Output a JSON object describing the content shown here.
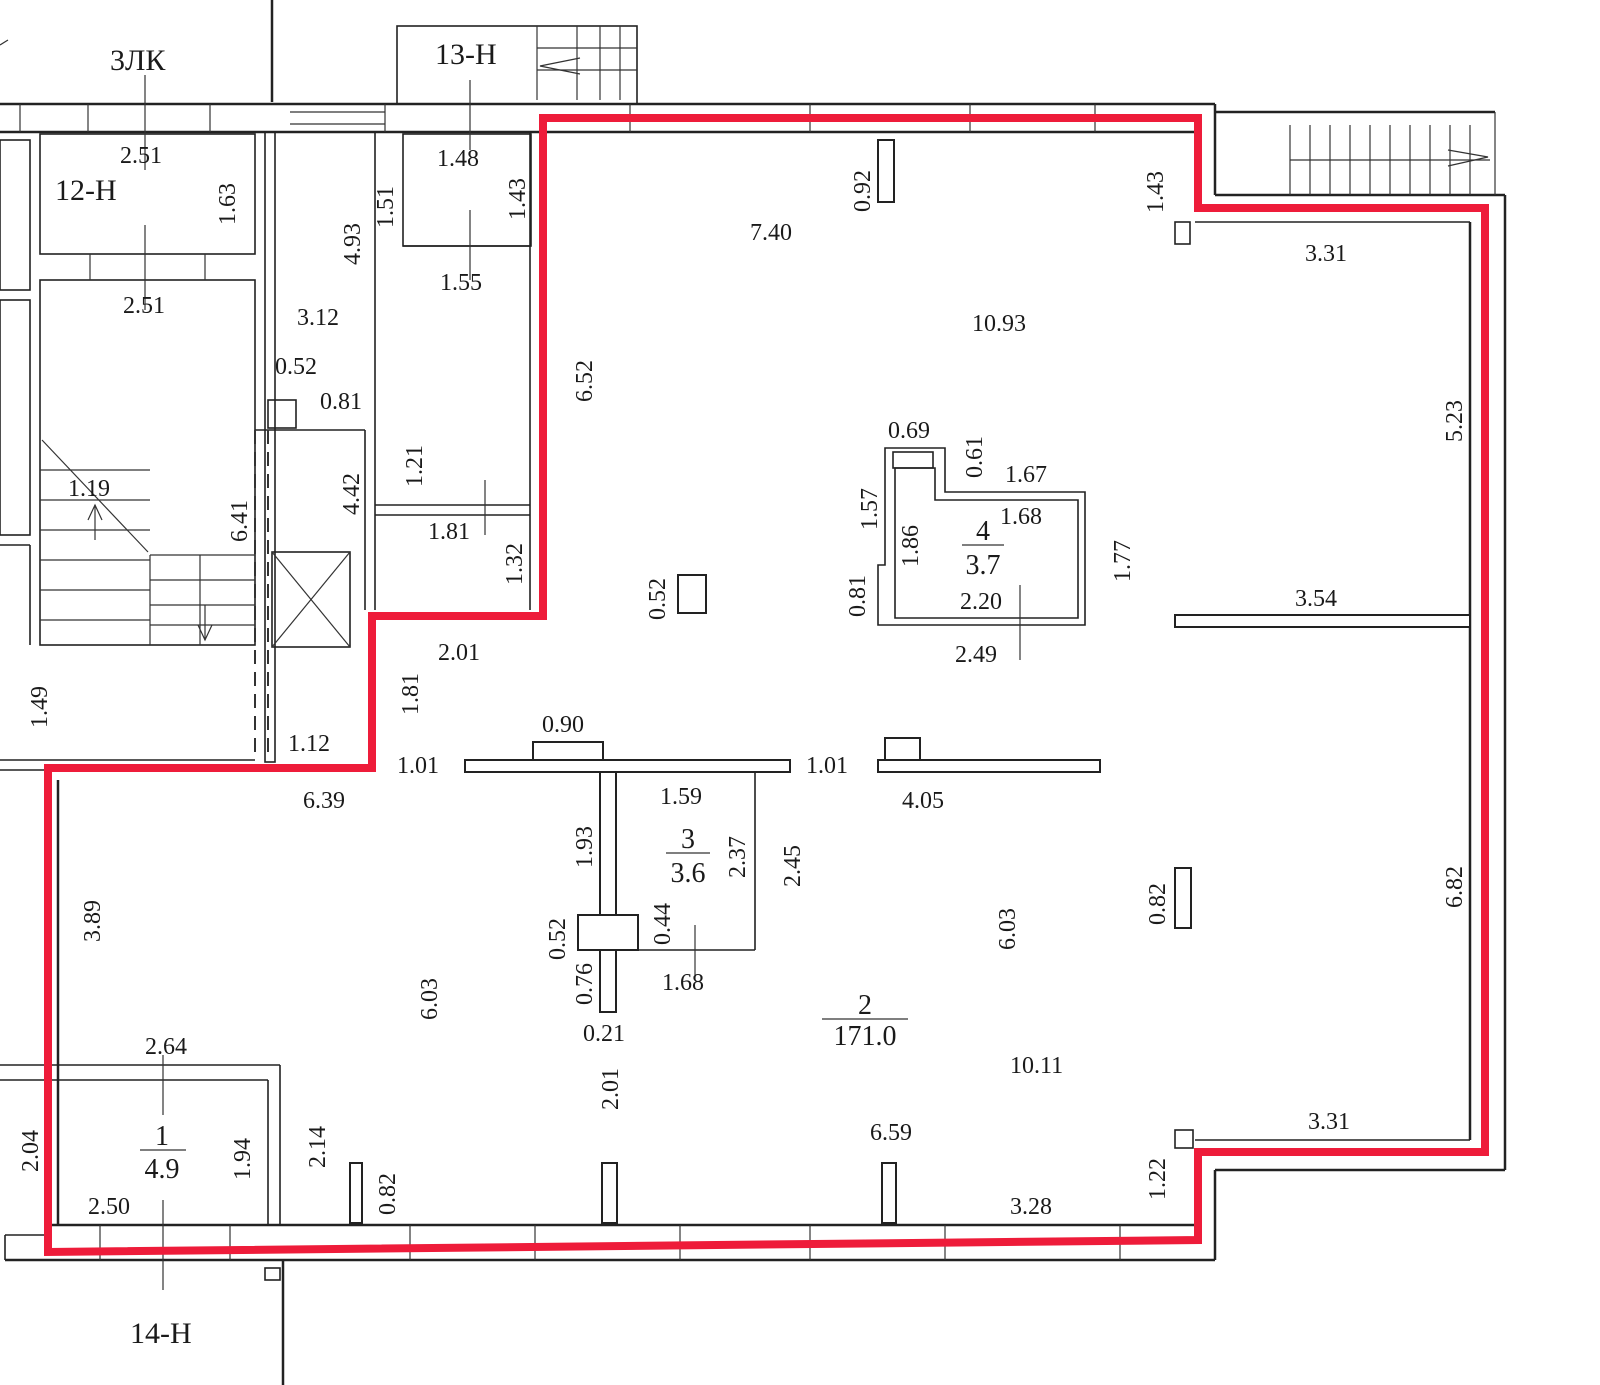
{
  "plan": {
    "boundary_color": "#ee1c3a",
    "labels": {
      "zlk": "3ЛК",
      "unit_13": "13-Н",
      "unit_12": "12-Н",
      "unit_14": "14-Н"
    },
    "rooms": [
      {
        "number": "1",
        "area": "4.9"
      },
      {
        "number": "2",
        "area": "171.0"
      },
      {
        "number": "3",
        "area": "3.6"
      },
      {
        "number": "4",
        "area": "3.7"
      }
    ],
    "dimensions": {
      "d_2_51_a": "2.51",
      "d_1_63": "1.63",
      "d_2_51_b": "2.51",
      "d_1_48": "1.48",
      "d_1_43_a": "1.43",
      "d_1_51": "1.51",
      "d_4_93": "4.93",
      "d_1_55": "1.55",
      "d_3_12": "3.12",
      "d_0_52_a": "0.52",
      "d_0_81_a": "0.81",
      "d_1_21": "1.21",
      "d_4_42": "4.42",
      "d_1_19": "1.19",
      "d_6_41": "6.41",
      "d_1_81_a": "1.81",
      "d_1_32": "1.32",
      "d_6_52": "6.52",
      "d_0_92": "0.92",
      "d_7_40": "7.40",
      "d_1_43_b": "1.43",
      "d_3_31_a": "3.31",
      "d_10_93": "10.93",
      "d_5_23": "5.23",
      "d_0_69": "0.69",
      "d_0_61": "0.61",
      "d_1_67": "1.67",
      "d_1_68_a": "1.68",
      "d_1_57": "1.57",
      "d_1_86": "1.86",
      "d_1_77": "1.77",
      "d_0_81_b": "0.81",
      "d_2_20": "2.20",
      "d_2_49": "2.49",
      "d_3_54": "3.54",
      "d_0_52_b": "0.52",
      "d_2_01_a": "2.01",
      "d_1_81_b": "1.81",
      "d_1_49": "1.49",
      "d_1_12": "1.12",
      "d_0_90": "0.90",
      "d_1_01_a": "1.01",
      "d_1_01_b": "1.01",
      "d_6_39": "6.39",
      "d_1_59": "1.59",
      "d_4_05": "4.05",
      "d_1_93": "1.93",
      "d_2_37": "2.37",
      "d_2_45": "2.45",
      "d_3_89": "3.89",
      "d_0_82_a": "0.82",
      "d_6_82": "6.82",
      "d_6_03_a": "6.03",
      "d_0_52_c": "0.52",
      "d_0_44": "0.44",
      "d_0_76": "0.76",
      "d_1_68_b": "1.68",
      "d_6_03_b": "6.03",
      "d_0_21": "0.21",
      "d_10_11": "10.11",
      "d_2_64": "2.64",
      "d_2_01_b": "2.01",
      "d_6_59": "6.59",
      "d_3_31_b": "3.31",
      "d_2_04": "2.04",
      "d_1_94": "1.94",
      "d_2_14": "2.14",
      "d_1_22": "1.22",
      "d_2_50": "2.50",
      "d_0_82_b": "0.82",
      "d_3_28": "3.28"
    }
  }
}
